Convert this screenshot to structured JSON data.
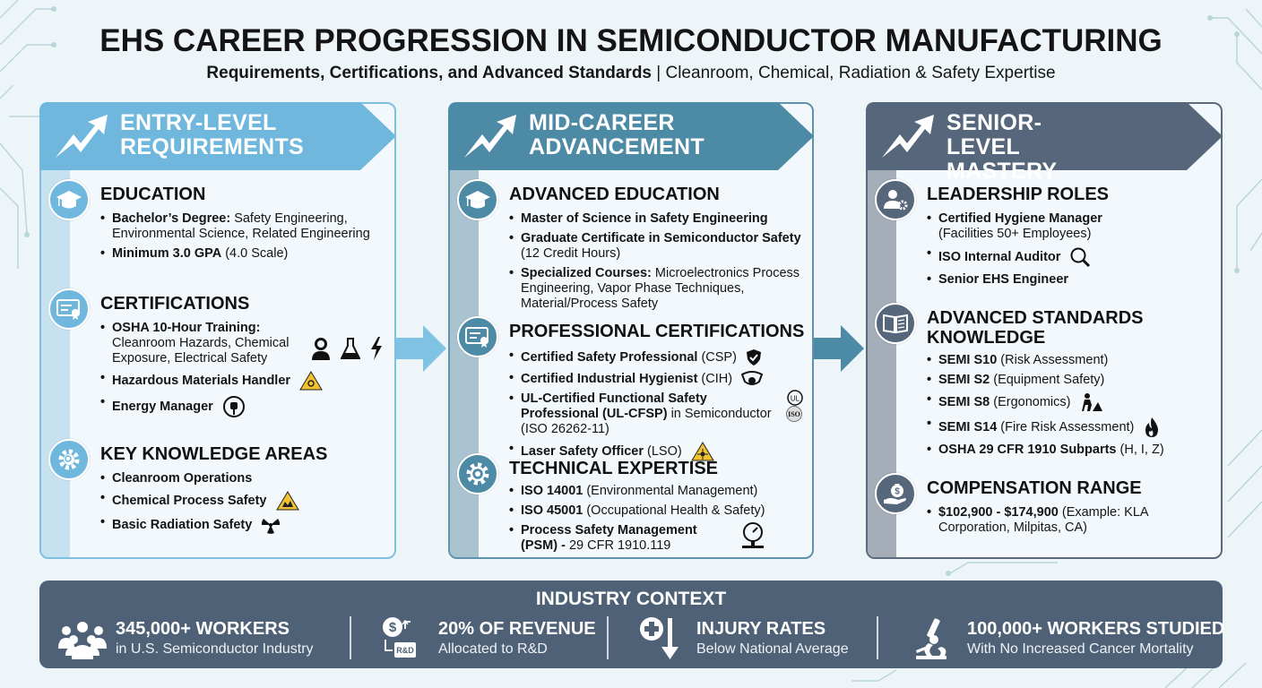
{
  "header": {
    "title": "EHS CAREER PROGRESSION IN SEMICONDUCTOR MANUFACTURING",
    "subtitle_bold": "Requirements, Certifications, and Advanced Standards",
    "subtitle_rest": " | Cleanroom, Chemical, Radiation & Safety Expertise"
  },
  "colors": {
    "entry": "#6fb7dc",
    "mid": "#4d8aa5",
    "senior": "#56677b",
    "context_bg": "#4e6176",
    "warning": "#f2c230"
  },
  "columns": [
    {
      "banner": [
        "ENTRY-LEVEL",
        "REQUIREMENTS"
      ],
      "sections": [
        {
          "title": "EDUCATION",
          "icon": "graduation-cap-icon",
          "items": [
            {
              "bold": "Bachelor’s Degree:",
              "text": " Safety Engineering, Environmental Science, Related Engineering"
            },
            {
              "bold": "Minimum 3.0 GPA",
              "text": " (4.0 Scale)"
            }
          ]
        },
        {
          "title": "CERTIFICATIONS",
          "icon": "certificate-icon",
          "items": [
            {
              "bold": "OSHA 10-Hour Training:",
              "text": " Cleanroom Hazards, Chemical Exposure, Electrical Safety"
            },
            {
              "bold": "Hazardous Materials Handler",
              "text": ""
            },
            {
              "bold": "Energy Manager",
              "text": ""
            }
          ]
        },
        {
          "title": "KEY KNOWLEDGE AREAS",
          "icon": "gear-search-icon",
          "items": [
            {
              "bold": "Cleanroom Operations",
              "text": ""
            },
            {
              "bold": "Chemical Process Safety",
              "text": ""
            },
            {
              "bold": "Basic Radiation Safety",
              "text": ""
            }
          ]
        }
      ]
    },
    {
      "banner": [
        "MID-CAREER",
        "ADVANCEMENT"
      ],
      "sections": [
        {
          "title": "ADVANCED EDUCATION",
          "icon": "graduation-cap-icon",
          "items": [
            {
              "bold": "Master of Science in Safety Engineering",
              "text": ""
            },
            {
              "bold": "Graduate Certificate in Semiconductor Safety",
              "text": " (12 Credit Hours)"
            },
            {
              "bold": "Specialized Courses:",
              "text": " Microelectronics Process Engineering, Vapor Phase Techniques, Material/Process Safety"
            }
          ]
        },
        {
          "title": "PROFESSIONAL CERTIFICATIONS",
          "icon": "certificate-icon",
          "items": [
            {
              "bold": "Certified Safety Professional",
              "text": " (CSP)"
            },
            {
              "bold": "Certified Industrial Hygienist",
              "text": " (CIH)"
            },
            {
              "bold": "UL-Certified Functional Safety Professional (UL-CFSP)",
              "text": " in Semiconductor (ISO 26262-11)"
            },
            {
              "bold": "Laser Safety Officer",
              "text": " (LSO)"
            }
          ]
        },
        {
          "title": "TECHNICAL EXPERTISE",
          "icon": "gear-icon",
          "items": [
            {
              "bold": "ISO 14001",
              "text": " (Environmental Management)"
            },
            {
              "bold": "ISO 45001",
              "text": " (Occupational Health & Safety)"
            },
            {
              "bold": "Process Safety Management (PSM) -",
              "text": " 29 CFR 1910.119"
            }
          ]
        }
      ]
    },
    {
      "banner": [
        "SENIOR-LEVEL",
        "MASTERY"
      ],
      "sections": [
        {
          "title": "LEADERSHIP ROLES",
          "icon": "user-gear-icon",
          "items": [
            {
              "bold": "Certified Hygiene Manager",
              "text": " (Facilities 50+ Employees)"
            },
            {
              "bold": "ISO Internal Auditor",
              "text": ""
            },
            {
              "bold": "Senior EHS Engineer",
              "text": ""
            }
          ]
        },
        {
          "title": "ADVANCED STANDARDS KNOWLEDGE",
          "icon": "book-icon",
          "items": [
            {
              "bold": "SEMI S10",
              "text": " (Risk Assessment)"
            },
            {
              "bold": "SEMI S2",
              "text": " (Equipment Safety)"
            },
            {
              "bold": "SEMI S8",
              "text": " (Ergonomics)"
            },
            {
              "bold": "SEMI S14",
              "text": " (Fire Risk Assessment)"
            },
            {
              "bold": "OSHA 29 CFR 1910 Subparts",
              "text": " (H, I, Z)"
            }
          ]
        },
        {
          "title": "COMPENSATION RANGE",
          "icon": "money-bag-hand-icon",
          "items": [
            {
              "bold": "$102,900 - $174,900",
              "text": " (Example: KLA Corporation, Milpitas, CA)"
            }
          ]
        }
      ]
    }
  ],
  "context": {
    "title": "INDUSTRY CONTEXT",
    "stats": [
      {
        "headline": "345,000+ WORKERS",
        "sub": "in U.S. Semiconductor Industry",
        "icon": "people-group-icon"
      },
      {
        "headline": "20% OF REVENUE",
        "sub": "Allocated to R&D",
        "icon": "dollar-rnd-icon",
        "icon_label": "R&D"
      },
      {
        "headline": "INJURY RATES",
        "sub": "Below National Average",
        "icon": "health-down-arrow-icon"
      },
      {
        "headline": "100,000+ WORKERS STUDIED",
        "sub": "With No Increased Cancer Mortality",
        "icon": "microscope-icon"
      }
    ]
  }
}
